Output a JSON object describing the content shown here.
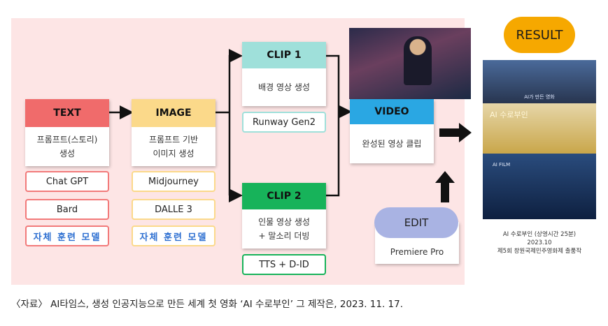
{
  "text_stage": {
    "title": "TEXT",
    "desc": "프롬프트(스토리)\n생성",
    "tools": [
      "Chat GPT",
      "Bard",
      "자체 훈련 모델"
    ]
  },
  "image_stage": {
    "title": "IMAGE",
    "desc": "프롬프트 기반\n이미지 생성",
    "tools": [
      "Midjourney",
      "DALLE 3",
      "자체 훈련 모델"
    ]
  },
  "clip1": {
    "title": "CLIP 1",
    "desc": "배경 영상 생성",
    "tool": "Runway Gen2"
  },
  "clip2": {
    "title": "CLIP 2",
    "desc": "인물 영상 생성\n+ 말소리 더빙",
    "tool": "TTS + D-ID"
  },
  "video": {
    "title": "VIDEO",
    "desc": "완성된 영상 클립"
  },
  "edit": {
    "title": "EDIT",
    "tool": "Premiere Pro"
  },
  "result": {
    "label": "RESULT",
    "poster_lines": [
      "AI가 만든 영화",
      "AI 수로부인",
      "AI FILM"
    ],
    "caption_lines": [
      "AI 수로부인 (상영시간 25분)",
      "2023.10",
      "제5회 창원국제민주영화제 출품작"
    ]
  },
  "caption": "〈자료〉 AI타임스, 생성 인공지능으로 만든 세계 첫 영화 ‘AI 수로부인’ 그 제작은, 2023. 11. 17.",
  "colors": {
    "text": "#f06b6b",
    "image": "#fbd98a",
    "clip1": "#9fe0da",
    "clip2": "#17b35a",
    "video": "#2aa7e3",
    "result": "#f6a800",
    "edit": "#a9b3e3"
  }
}
